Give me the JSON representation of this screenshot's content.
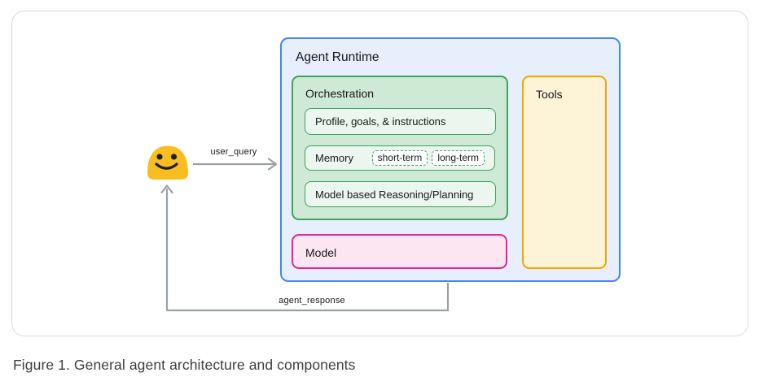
{
  "caption": "Figure 1. General agent architecture and components",
  "diagram": {
    "user_icon": "smiley-user-emoji",
    "user_query_label": "user_query",
    "agent_response_label": "agent_response",
    "runtime_title": "Agent Runtime",
    "orchestration": {
      "title": "Orchestration",
      "profile": "Profile, goals, & instructions",
      "memory": "Memory",
      "memory_chips": [
        "short-term",
        "long-term"
      ],
      "reasoning": "Model based Reasoning/Planning"
    },
    "model_label": "Model",
    "tools_label": "Tools"
  },
  "colors": {
    "runtime_border": "#4285f4",
    "runtime_fill": "#e7effd",
    "orchestration_border": "#3fa25f",
    "orchestration_fill": "#cee9d6",
    "orchestration_row_fill": "#eaf6ee",
    "model_border": "#e52592",
    "model_fill": "#fce6f2",
    "tools_border": "#f2a600",
    "tools_fill": "#fdf3d6",
    "arrow_gray": "#9aa0a6",
    "emoji_yellow": "#f9bd1f",
    "card_border": "#d8dade",
    "caption_text": "#3c4043"
  }
}
